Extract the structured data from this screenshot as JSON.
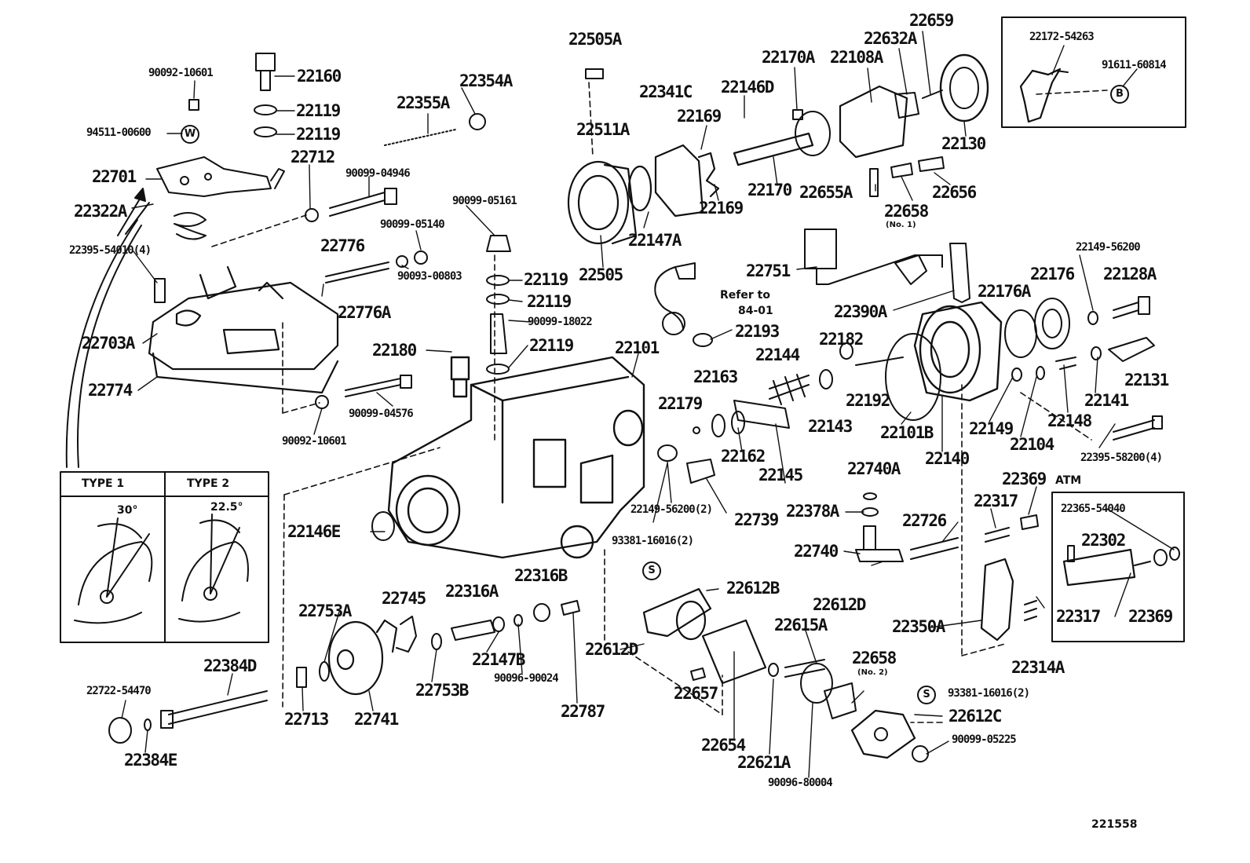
{
  "parts": {
    "p22505A": "22505A",
    "p22170A": "22170A",
    "p22108A": "22108A",
    "p22632A": "22632A",
    "p22659": "22659",
    "p22354A": "22354A",
    "p22355A": "22355A",
    "p22160": "22160",
    "p22119a": "22119",
    "p22119b": "22119",
    "p22341C": "22341C",
    "p22146D": "22146D",
    "p22511A": "22511A",
    "p22169a": "22169",
    "p22169b": "22169",
    "p22170": "22170",
    "p22655A": "22655A",
    "p22656": "22656",
    "p22658a": "22658",
    "p22130": "22130",
    "p22701": "22701",
    "p22712": "22712",
    "p22322A": "22322A",
    "p22147A": "22147A",
    "p22505": "22505",
    "p22776": "22776",
    "p22776A": "22776A",
    "p22751": "22751",
    "p22176": "22176",
    "p22128A": "22128A",
    "p22176A": "22176A",
    "p22390A": "22390A",
    "p22119c": "22119",
    "p22119d": "22119",
    "p22119e": "22119",
    "p22193": "22193",
    "p22182": "22182",
    "p22180": "22180",
    "p22101": "22101",
    "p22144": "22144",
    "p22703A": "22703A",
    "p22774": "22774",
    "p22131": "22131",
    "p22163": "22163",
    "p22192": "22192",
    "p22141": "22141",
    "p22179": "22179",
    "p22143": "22143",
    "p22101B": "22101B",
    "p22149": "22149",
    "p22148": "22148",
    "p22162": "22162",
    "p22104": "22104",
    "p22140": "22140",
    "p22145": "22145",
    "p22740A": "22740A",
    "p22369a": "22369",
    "p22317a": "22317",
    "p22739": "22739",
    "p22378A": "22378A",
    "p22146E": "22146E",
    "p22726": "22726",
    "p22302": "22302",
    "p22740": "22740",
    "p22316B": "22316B",
    "p22612B": "22612B",
    "p22316A": "22316A",
    "p22745": "22745",
    "p22753A": "22753A",
    "p22612D": "22612D",
    "p22615A": "22615A",
    "p22350A": "22350A",
    "p22317b": "22317",
    "p22369b": "22369",
    "p22658b": "22658",
    "p22612D2": "22612D",
    "p22147B": "22147B",
    "p22314A": "22314A",
    "p22384D": "22384D",
    "p22753B": "22753B",
    "p22657": "22657",
    "p22787": "22787",
    "p22612C": "22612C",
    "p22713": "22713",
    "p22741": "22741",
    "p22654": "22654",
    "p22621A": "22621A",
    "p22384E": "22384E"
  },
  "small_parts": {
    "s9009210601a": "90092-10601",
    "s9451100600": "94511-00600",
    "s9009904946": "90099-04946",
    "s9009905161": "90099-05161",
    "s9009905140": "90099-05140",
    "s2239554010": "22395-54010(4)",
    "s9009300803": "90093-00803",
    "s9009918022": "90099-18022",
    "s9009904576": "90099-04576",
    "s9009210601b": "90092-10601",
    "s2214956200a": "22149-56200",
    "s2239558200": "22395-58200(4)",
    "s2214956200b": "22149-56200(2)",
    "s9338116016a": "93381-16016(2)",
    "s9009690024": "90096-90024",
    "s2272254470": "22722-54470",
    "s9338116016b": "93381-16016(2)",
    "s9009905225": "90099-05225",
    "s9009680004": "90096-80004",
    "s2217254263": "22172-54263",
    "s9161160814": "91611-60814",
    "s2236554040": "22365-54040"
  },
  "notes": {
    "no1": "(No. 1)",
    "no2": "(No. 2)",
    "refer_line1": "Refer to",
    "refer_line2": "84-01",
    "atm": "ATM",
    "type1": "TYPE 1",
    "type2": "TYPE 2",
    "angle1": "30°",
    "angle2": "22.5°",
    "figure_number": "221558"
  },
  "circled": {
    "w": "W",
    "s1": "S",
    "s2": "S",
    "b": "B"
  }
}
